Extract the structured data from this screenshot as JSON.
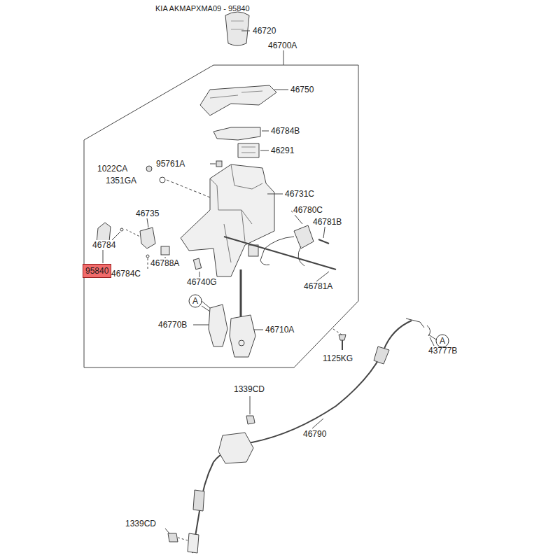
{
  "diagram": {
    "title": "KIA AKMAPXMA09 - 95840",
    "nodes": [
      {
        "text": [
          "95840"
        ]
      },
      {
        "text": [
          "A"
        ]
      },
      {
        "text": [
          "A"
        ]
      }
    ],
    "labels": [
      "46720",
      "46700A",
      "46750",
      "46784B",
      "46291",
      "95761A",
      "1022CA",
      "1351GA",
      "46731C",
      "46780C",
      "46781B",
      "46735",
      "46784",
      "46788A",
      "46784C",
      "46740G",
      "46781A",
      "46770B",
      "46710A",
      "1125KG",
      "43777B",
      "1339CD",
      "46790",
      "1339CD"
    ]
  }
}
